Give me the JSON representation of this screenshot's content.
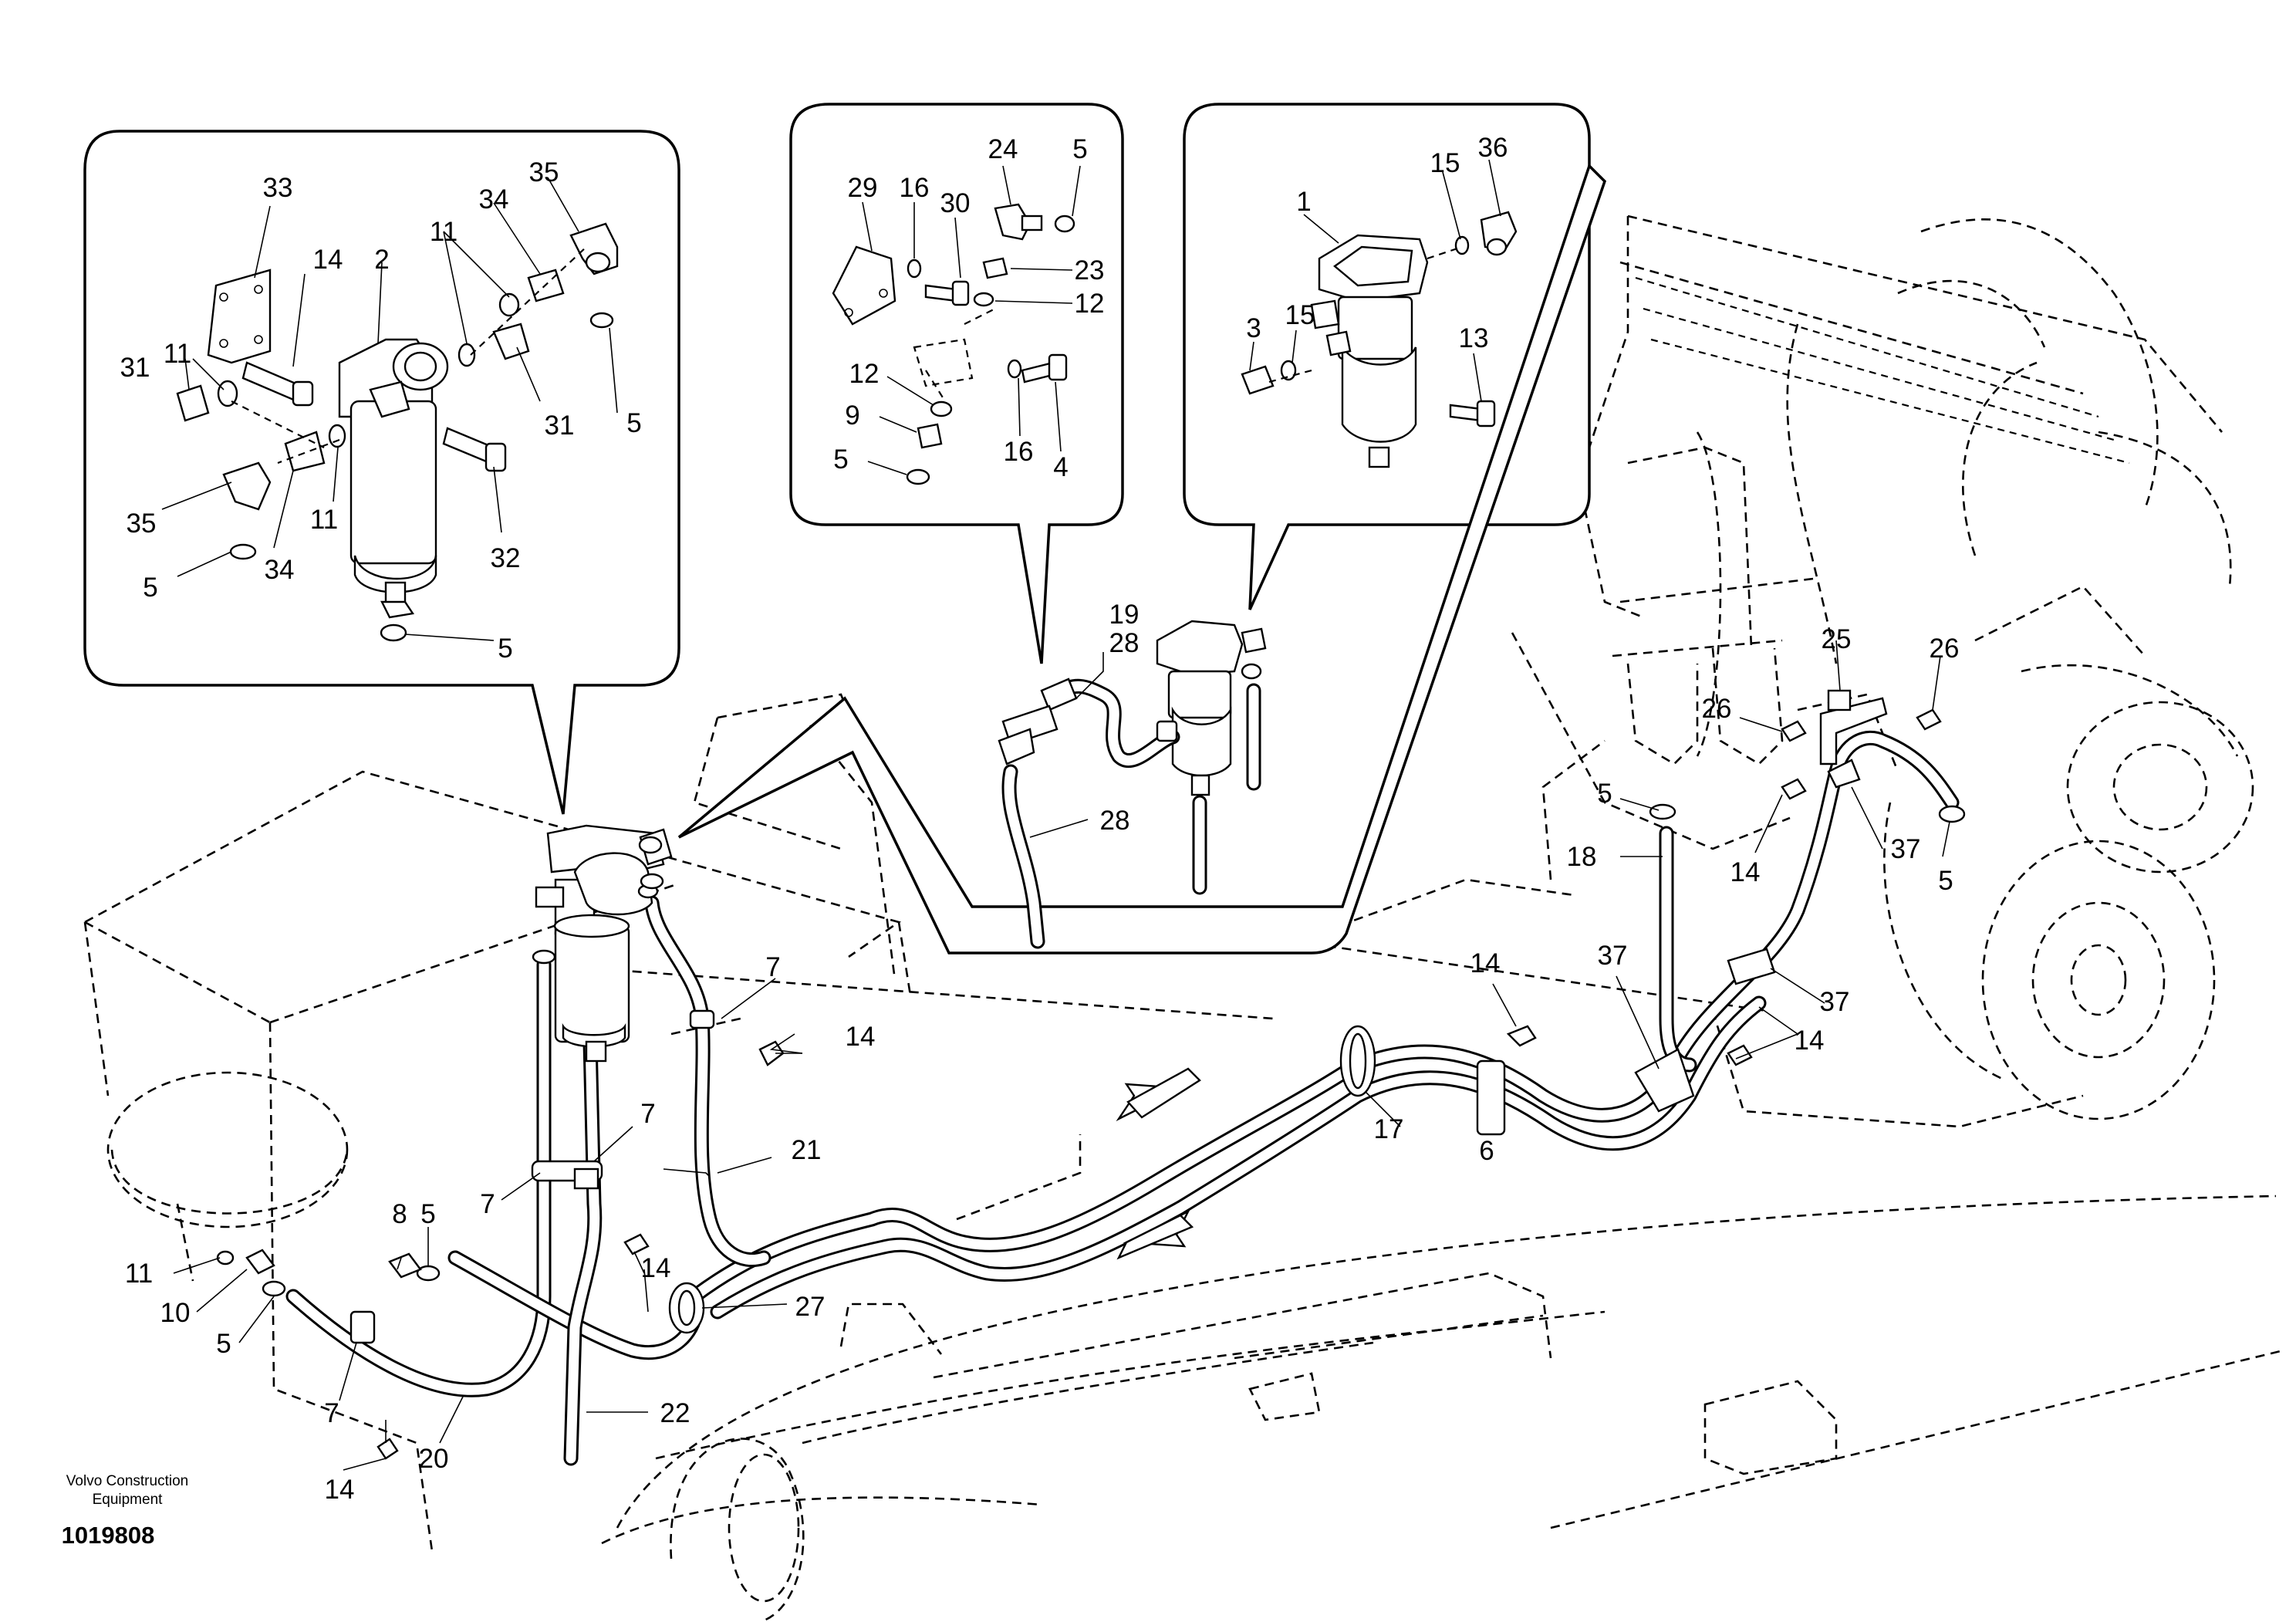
{
  "document": {
    "publisher": "Volvo Construction Equipment",
    "drawing_number": "1019808"
  },
  "callouts": {
    "left_inset": [
      "33",
      "14",
      "2",
      "34",
      "35",
      "11",
      "11",
      "31",
      "31",
      "5",
      "35",
      "34",
      "11",
      "32",
      "5",
      "5"
    ],
    "middle_inset": [
      "24",
      "5",
      "29",
      "16",
      "30",
      "23",
      "12",
      "12",
      "9",
      "5",
      "16",
      "4"
    ],
    "right_inset": [
      "36",
      "15",
      "1",
      "15",
      "3",
      "13"
    ],
    "middle_detail": [
      "19",
      "28",
      "28"
    ],
    "main_view": [
      "25",
      "26",
      "26",
      "5",
      "18",
      "14",
      "37",
      "5",
      "37",
      "14",
      "37",
      "14",
      "14",
      "7",
      "14",
      "7",
      "21",
      "7",
      "8",
      "5",
      "14",
      "11",
      "10",
      "5",
      "17",
      "6",
      "27",
      "7",
      "22",
      "20",
      "14"
    ]
  }
}
